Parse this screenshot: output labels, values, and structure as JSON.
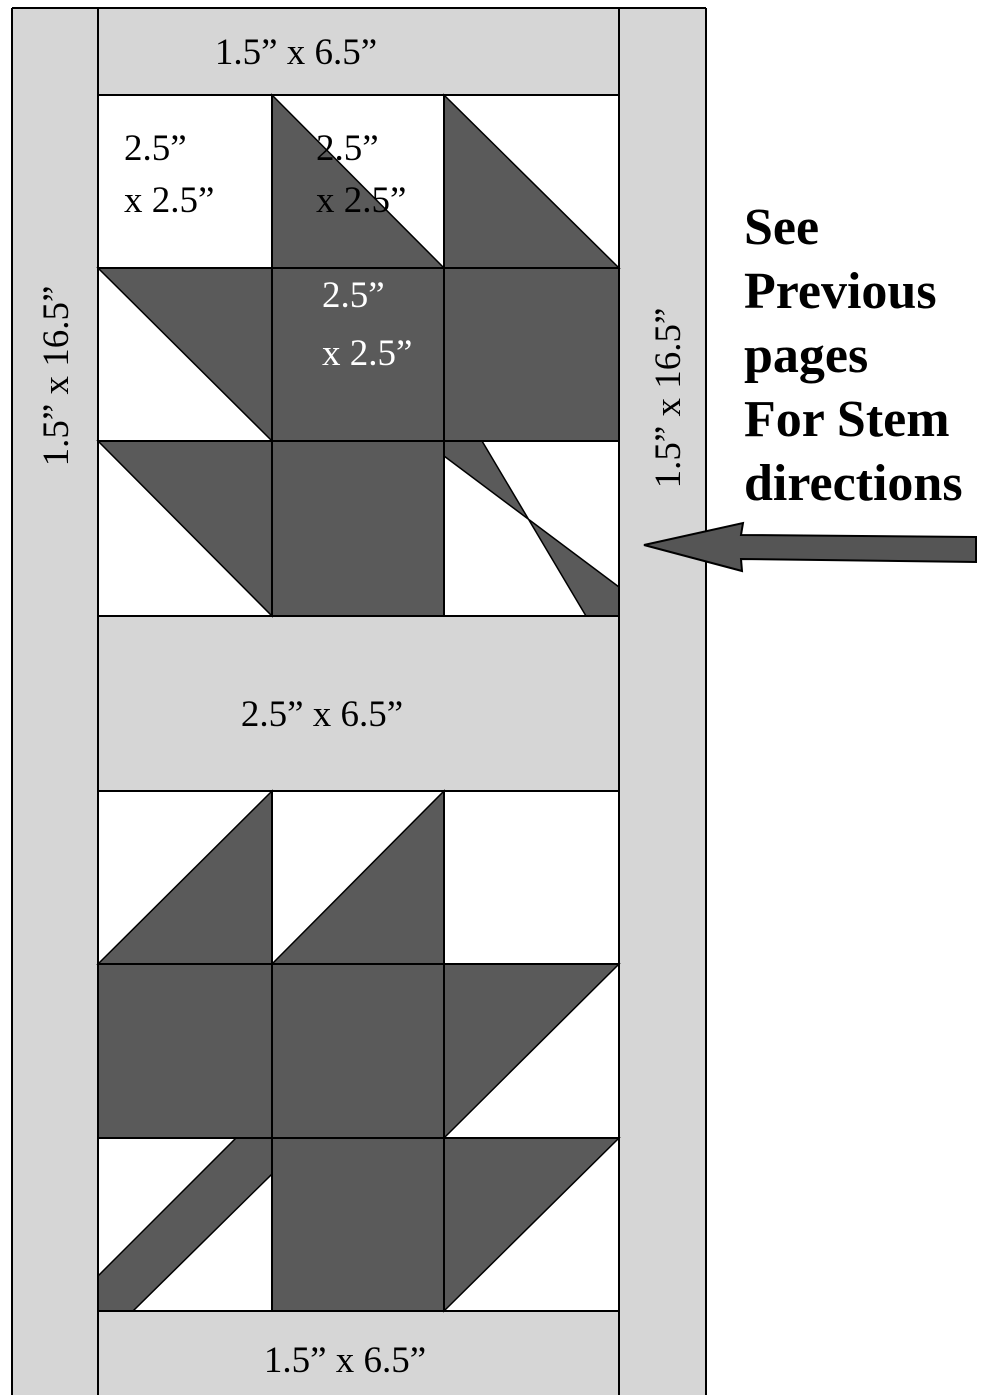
{
  "colors": {
    "sashing": "#d6d6d6",
    "leaf": "#5a5a5a",
    "background": "#ffffff",
    "line": "#000000",
    "arrow": "#555555"
  },
  "labels": {
    "top_strip": "1.5” x 6.5”",
    "left_strip": "1.5” x 16.5”",
    "right_strip": "1.5” x 16.5”",
    "middle_strip": "2.5” x 6.5”",
    "bottom_strip": "1.5” x 6.5”",
    "square_a": [
      "2.5”",
      "x 2.5”"
    ],
    "square_b": [
      "2.5”",
      "x 2.5”"
    ],
    "square_c": [
      "2.5”",
      "x 2.5”"
    ]
  },
  "note": {
    "lines": [
      "See",
      "Previous",
      "pages",
      "For Stem",
      "directions"
    ]
  },
  "icons": {
    "arrow": "left-arrow-icon"
  }
}
